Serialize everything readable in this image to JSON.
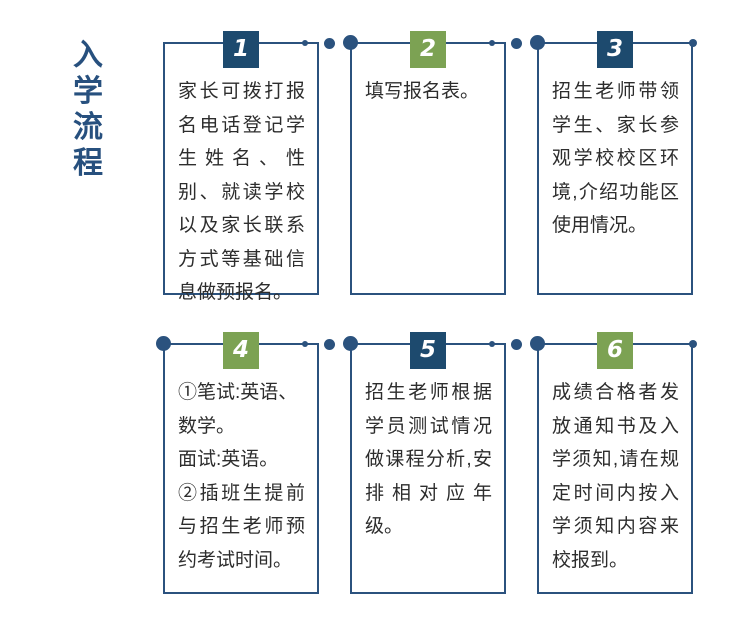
{
  "title": {
    "text": "入学流程",
    "chars": [
      "入",
      "学",
      "流",
      "程"
    ]
  },
  "steps": [
    {
      "number": "1",
      "badge_color": "#1d4a6e",
      "text": "家长可拨打报名电话登记学生姓名、性别、就读学校以及家长联系方式等基础信息做预报名。"
    },
    {
      "number": "2",
      "badge_color": "#7ca253",
      "text": "填写报名表。"
    },
    {
      "number": "3",
      "badge_color": "#1d4a6e",
      "text": "招生老师带领学生、家长参观学校校区环境,介绍功能区使用情况。"
    },
    {
      "number": "4",
      "badge_color": "#7ca253",
      "text": "①笔试:英语、\n数学。\n面试:英语。\n②插班生提前与招生老师预约考试时间。"
    },
    {
      "number": "5",
      "badge_color": "#1d4a6e",
      "text": "招生老师根据学员测试情况做课程分析,安排相对应年级。"
    },
    {
      "number": "6",
      "badge_color": "#7ca253",
      "text": "成绩合格者发放通知书及入学须知,请在规定时间内按入学须知内容来校报到。"
    }
  ],
  "colors": {
    "badge_navy": "#1d4a6e",
    "badge_green": "#7ca253",
    "box_border": "#2b527e",
    "body_text": "#2d2d2d",
    "title_text": "#27507e"
  }
}
